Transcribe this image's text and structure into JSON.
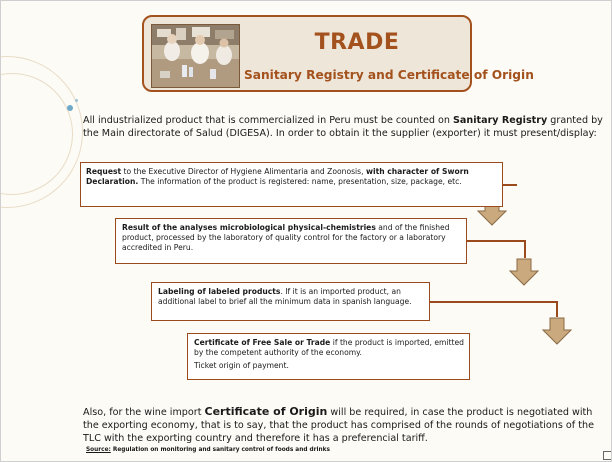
{
  "slide": {
    "title": "TRADE",
    "subtitle": "Sanitary Registry and Certificate of Origin",
    "intro": {
      "part1": "All industrialized product that is commercialized in Peru must be counted on ",
      "bold1": "Sanitary Registry",
      "part2": " granted by the Main directorate of Salud (DIGESA). In order to obtain it the supplier (exporter) it must present/display:"
    },
    "steps": [
      {
        "bold_lead": "Request",
        "text1": " to the Executive Director of Hygiene Alimentaria and Zoonosis, ",
        "bold_mid": "with character of Sworn Declaration.",
        "text2": " The information of the product is registered: name, presentation, size, package, etc."
      },
      {
        "bold_lead": "Result of the analyses microbiological physical-chemistries",
        "text1": " and of the finished product, processed by the laboratory of quality control for the factory or a laboratory accredited in Peru."
      },
      {
        "bold_lead": "Labeling of labeled products",
        "text1": ". If it is an imported product, an additional label to brief all the minimum data in spanish language."
      },
      {
        "bold_lead": "Certificate of Free Sale or Trade",
        "text1": " if the product is imported, emitted by the competent authority of the economy.",
        "text2": "Ticket origin of payment."
      }
    ],
    "outro": {
      "part1": "Also, for the wine import ",
      "bold1": "Certificate of Origin",
      "part2": " will be required, in case the product is negotiated with the exporting economy, that is to say, that the product has comprised of the rounds of negotiations of the TLC with the exporting country and therefore it has a preferencial tariff."
    },
    "source_label": "Source:",
    "source_text": " Regulation on monitoring and sanitary control of foods and drinks"
  },
  "colors": {
    "accent": "#a3521d",
    "title_bg": "#efe6da",
    "arrow_fill": "#c9a97d",
    "box_border": "#9b4a1c"
  }
}
